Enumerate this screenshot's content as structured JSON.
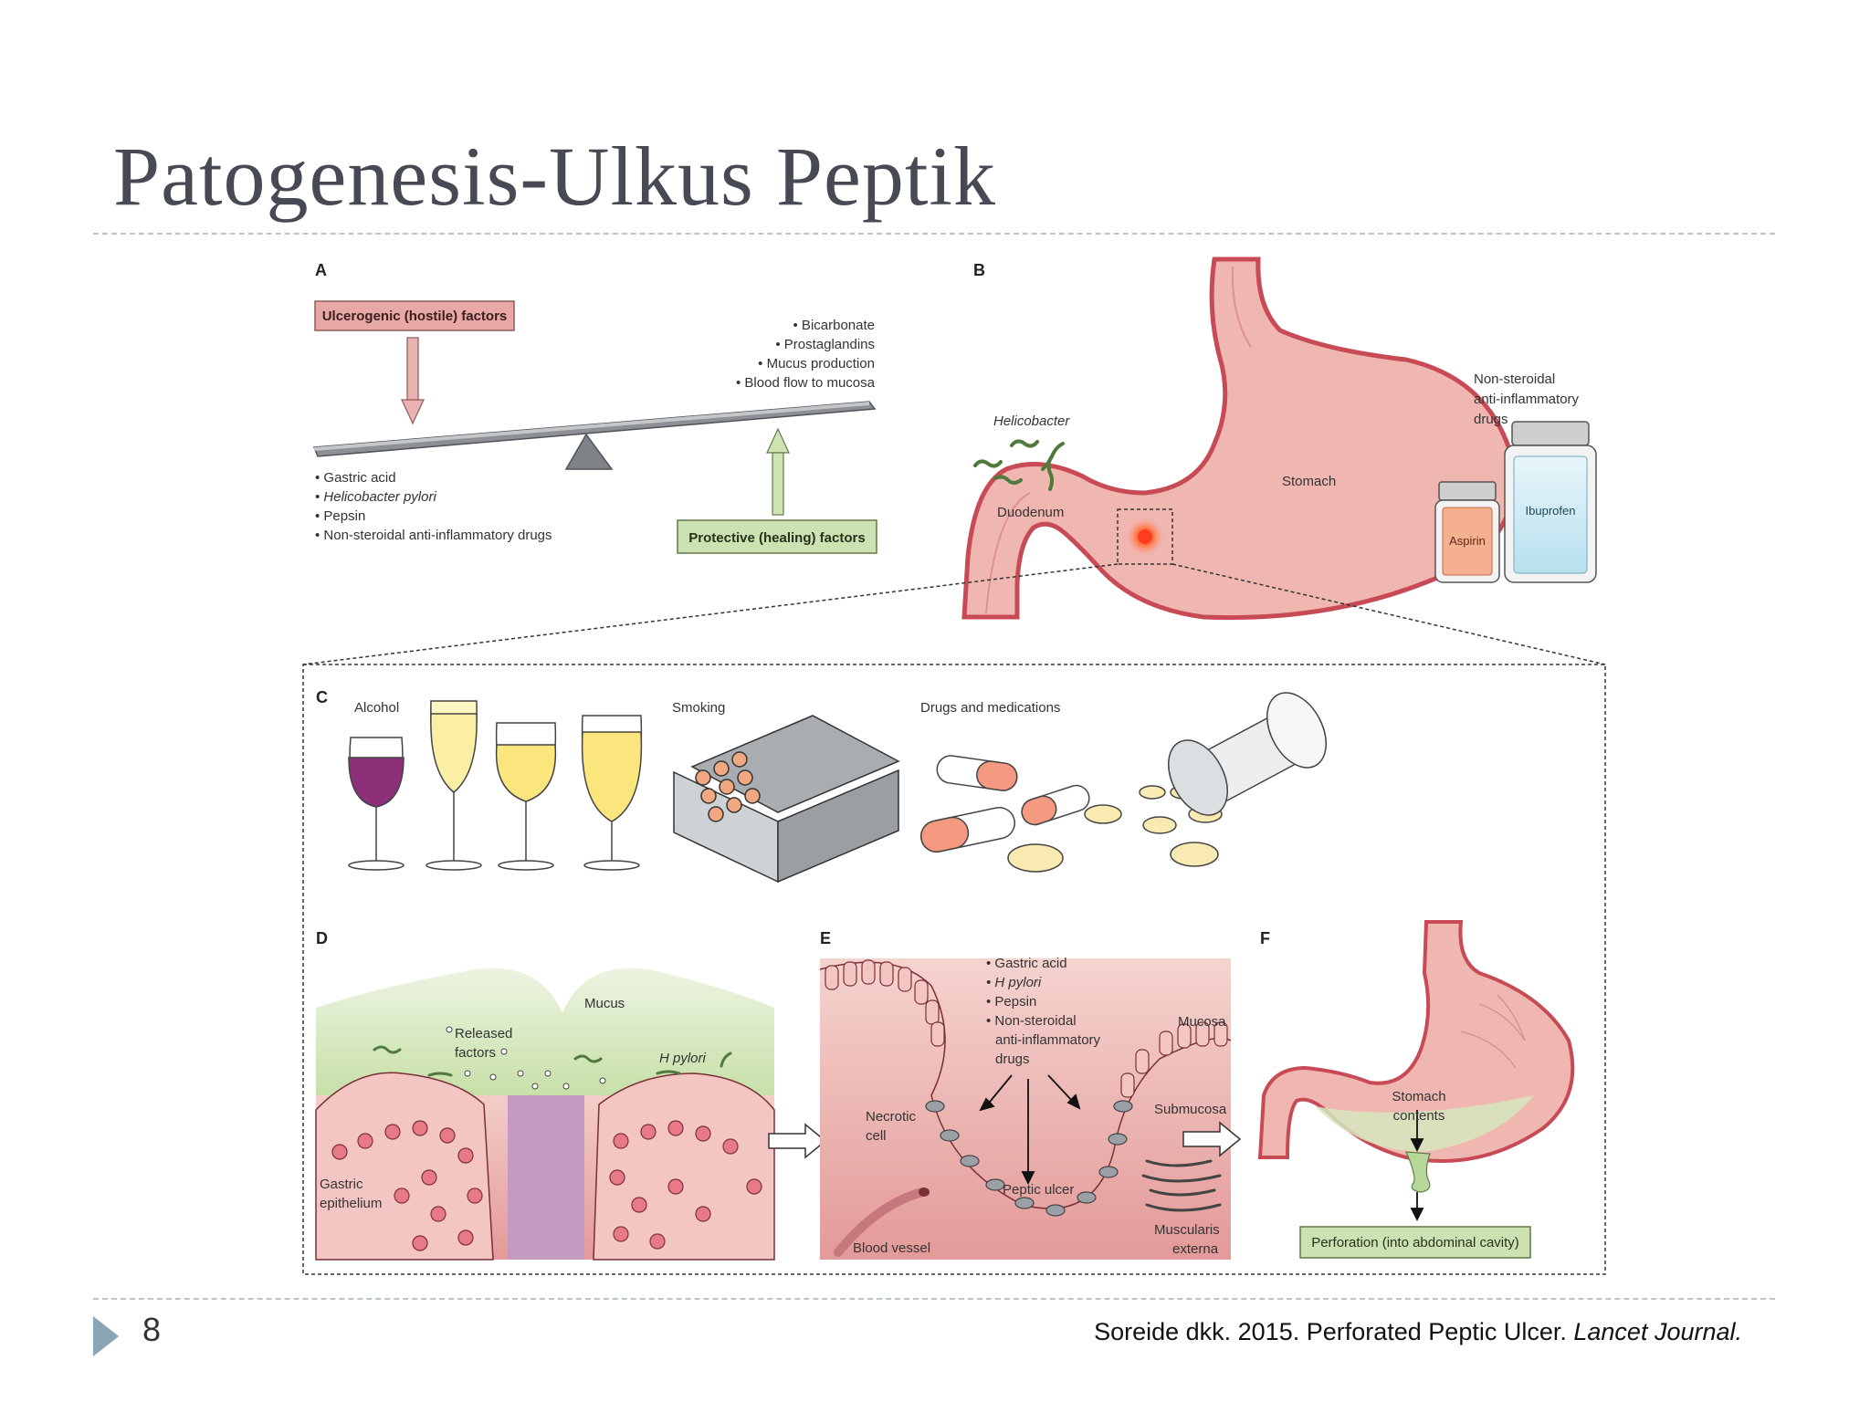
{
  "slide": {
    "title": "Patogenesis-Ulkus Peptik",
    "number": "8",
    "citation_text": "Soreide dkk. 2015. Perforated Peptic Ulcer.",
    "citation_journal": "Lancet Journal.",
    "accent_color": "#8aa4b8"
  },
  "figure": {
    "panels": [
      "A",
      "B",
      "C",
      "D",
      "E",
      "F"
    ],
    "a": {
      "hostile_box": "Ulcerogenic (hostile) factors",
      "protective_box": "Protective (healing) factors",
      "hostile_list": [
        "• Gastric acid",
        "• Helicobacter pylori",
        "• Pepsin",
        "• Non-steroidal anti-inflammatory drugs"
      ],
      "protective_list": [
        "• Bicarbonate",
        "• Prostaglandins",
        "• Mucus production",
        "• Blood flow to mucosa"
      ]
    },
    "b": {
      "helicobacter": "Helicobacter",
      "duodenum": "Duodenum",
      "stomach": "Stomach",
      "nsaid": [
        "Non-steroidal",
        "anti-inflammatory",
        "drugs"
      ],
      "aspirin": "Aspirin",
      "ibuprofen": "Ibuprofen"
    },
    "c": {
      "alcohol": "Alcohol",
      "smoking": "Smoking",
      "drugs": "Drugs and medications"
    },
    "d": {
      "mucus": "Mucus",
      "released": [
        "Released",
        "factors"
      ],
      "hpylori": "H pylori",
      "epithelium": [
        "Gastric",
        "epithelium"
      ]
    },
    "e": {
      "factors": [
        "• Gastric acid",
        "• H pylori",
        "• Pepsin",
        "• Non-steroidal",
        "anti-inflammatory",
        "drugs"
      ],
      "necrotic": [
        "Necrotic",
        "cell"
      ],
      "peptic_ulcer": "Peptic ulcer",
      "blood_vessel": "Blood vessel",
      "mucosa": "Mucosa",
      "submucosa": "Submucosa",
      "muscularis": [
        "Muscularis",
        "externa"
      ]
    },
    "f": {
      "contents": [
        "Stomach",
        "contents"
      ],
      "perforation": "Perforation (into abdominal cavity)"
    }
  }
}
